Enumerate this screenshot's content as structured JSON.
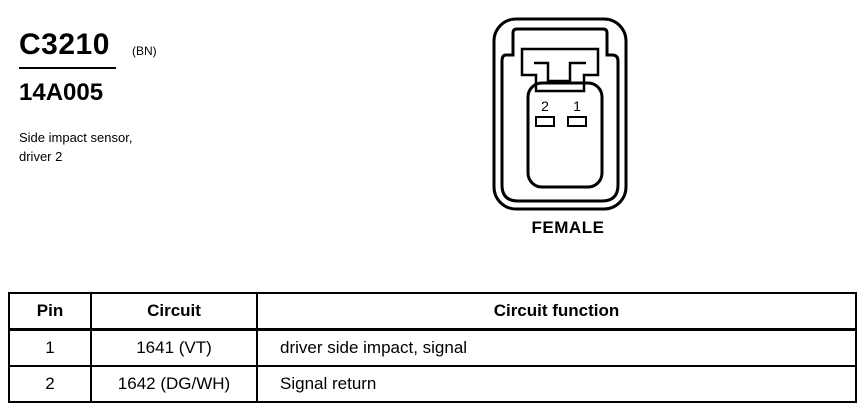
{
  "connector": {
    "id": "C3210",
    "color_code": "(BN)",
    "part_number": "14A005",
    "description_lines": [
      "Side impact sensor,",
      "driver 2"
    ]
  },
  "diagram": {
    "pin_labels": [
      "2",
      "1"
    ],
    "gender": "FEMALE"
  },
  "table": {
    "headers": [
      "Pin",
      "Circuit",
      "Circuit function"
    ],
    "rows": [
      {
        "pin": "1",
        "circuit": "1641 (VT)",
        "function": "driver side impact, signal"
      },
      {
        "pin": "2",
        "circuit": "1642 (DG/WH)",
        "function": "Signal return"
      }
    ]
  }
}
